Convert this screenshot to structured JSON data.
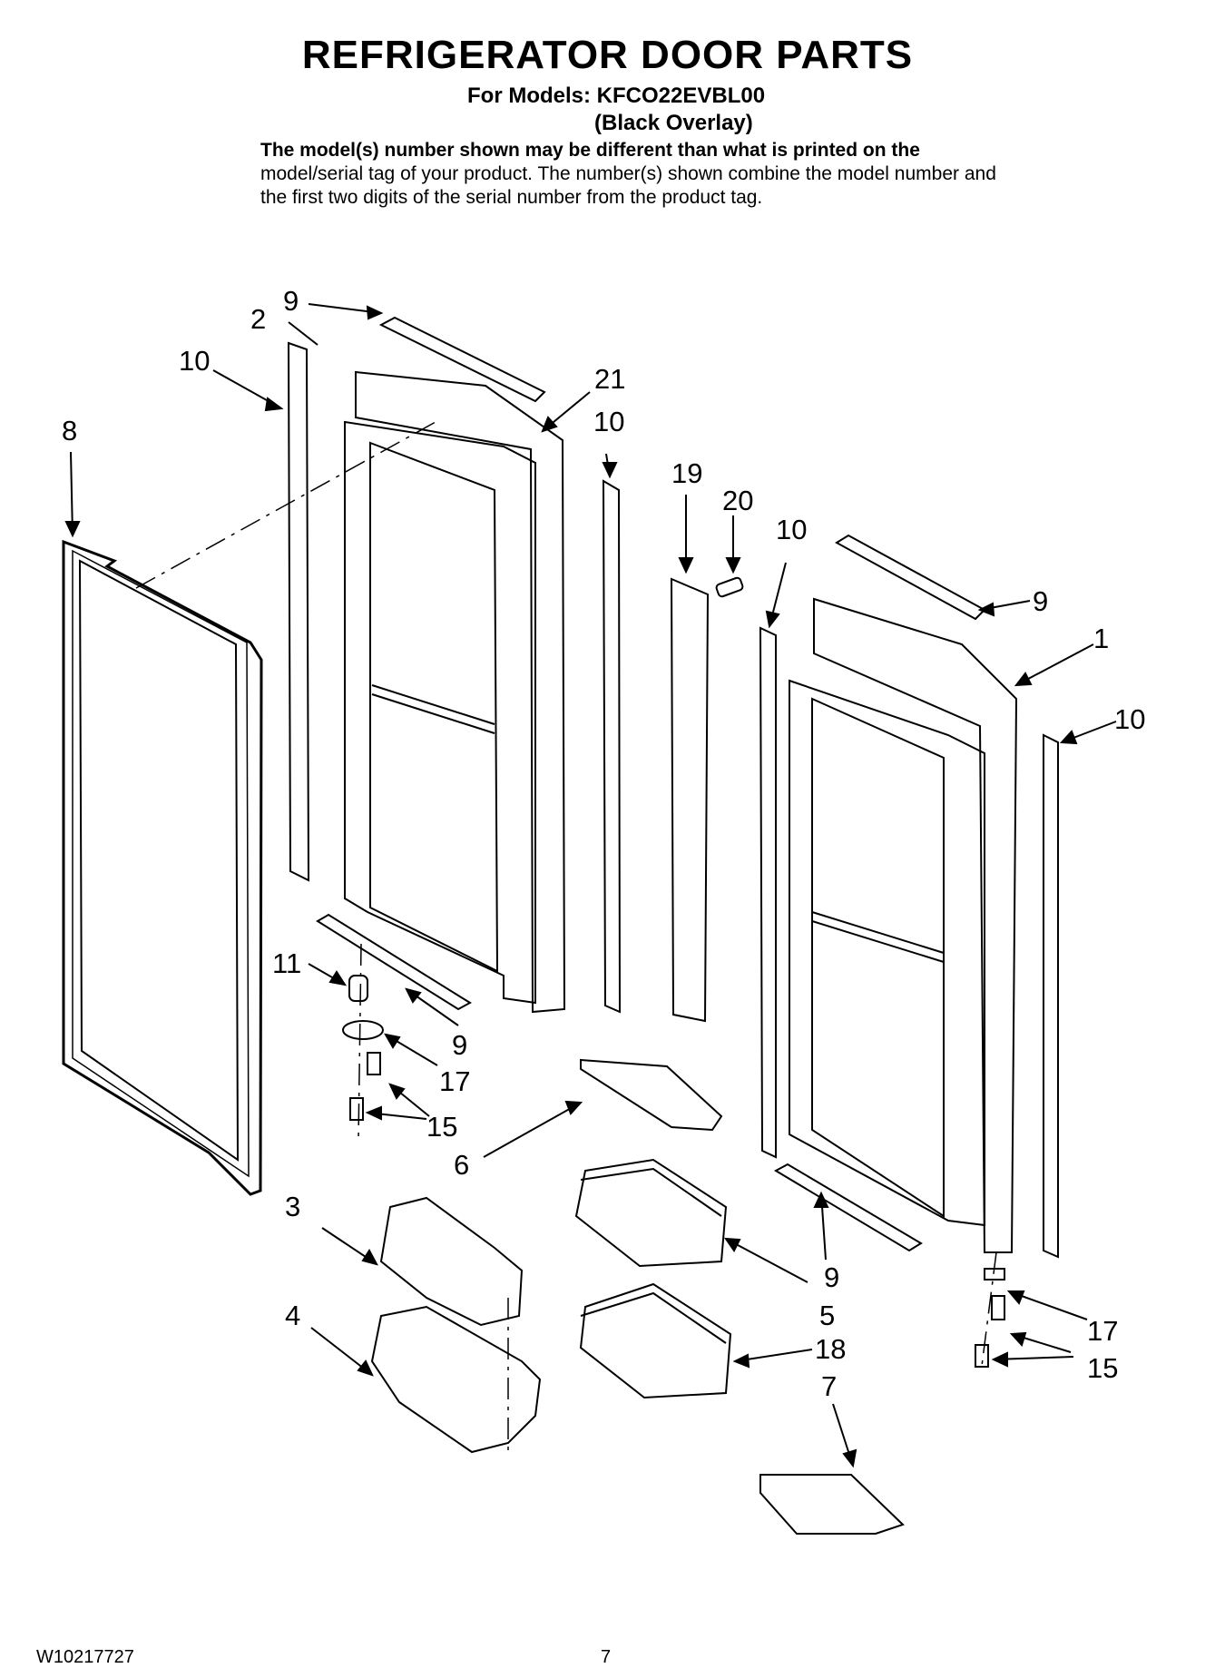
{
  "title": "REFRIGERATOR DOOR PARTS",
  "models": "For Models: KFCO22EVBL00",
  "variant": "(Black Overlay)",
  "notice_bold": "The model(s) number shown may be different than what is printed on the",
  "notice_text": "model/serial tag of your product. The number(s) shown combine the model number and the first two digits of the serial number from the product tag.",
  "footer_code": "W10217727",
  "page_number": "7",
  "callouts": [
    "9",
    "2",
    "10",
    "8",
    "21",
    "10",
    "19",
    "20",
    "10",
    "9",
    "1",
    "10",
    "11",
    "9",
    "17",
    "15",
    "6",
    "3",
    "4",
    "5",
    "9",
    "18",
    "7",
    "17",
    "15"
  ]
}
